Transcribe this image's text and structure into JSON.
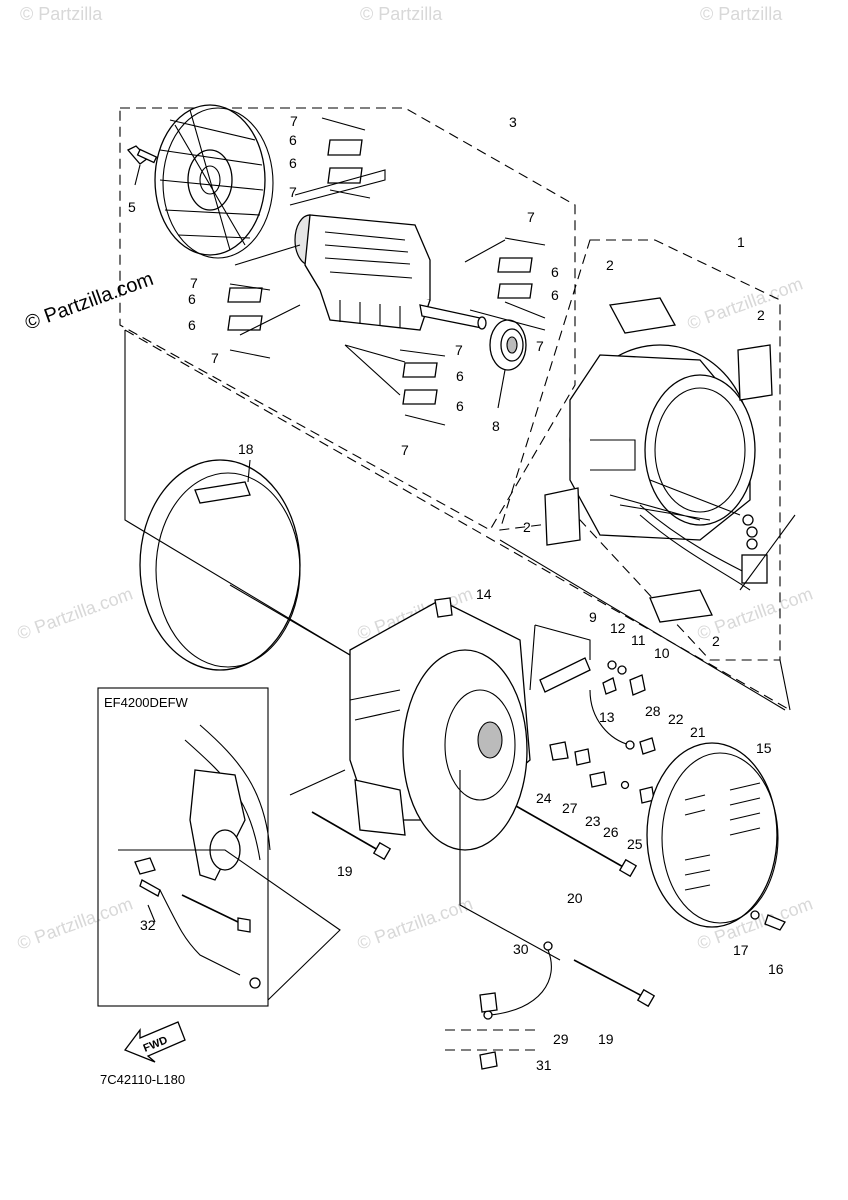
{
  "watermark": {
    "text": "© Partzilla",
    "text_com": "© Partzilla.com",
    "main_text": "© Partzilla.com"
  },
  "callouts": {
    "c1": "1",
    "c2a": "2",
    "c2b": "2",
    "c2c": "2",
    "c2d": "2",
    "c3": "3",
    "c5": "5",
    "c6a": "6",
    "c6b": "6",
    "c6c": "6",
    "c6d": "6",
    "c6e": "6",
    "c6f": "6",
    "c6g": "6",
    "c6h": "6",
    "c7a": "7",
    "c7b": "7",
    "c7c": "7",
    "c7d": "7",
    "c7e": "7",
    "c7f": "7",
    "c7g": "7",
    "c7h": "7",
    "c8": "8",
    "c9": "9",
    "c10": "10",
    "c11": "11",
    "c12": "12",
    "c13": "13",
    "c14": "14",
    "c15": "15",
    "c16": "16",
    "c17": "17",
    "c18": "18",
    "c19a": "19",
    "c19b": "19",
    "c20": "20",
    "c21": "21",
    "c22": "22",
    "c23": "23",
    "c24": "24",
    "c25": "25",
    "c26": "26",
    "c27": "27",
    "c28": "28",
    "c29": "29",
    "c30": "30",
    "c31": "31",
    "c32": "32"
  },
  "inset": {
    "title": "EF4200DEFW"
  },
  "fwd_label": "FWD",
  "diagram_code": "7C42110-L180"
}
